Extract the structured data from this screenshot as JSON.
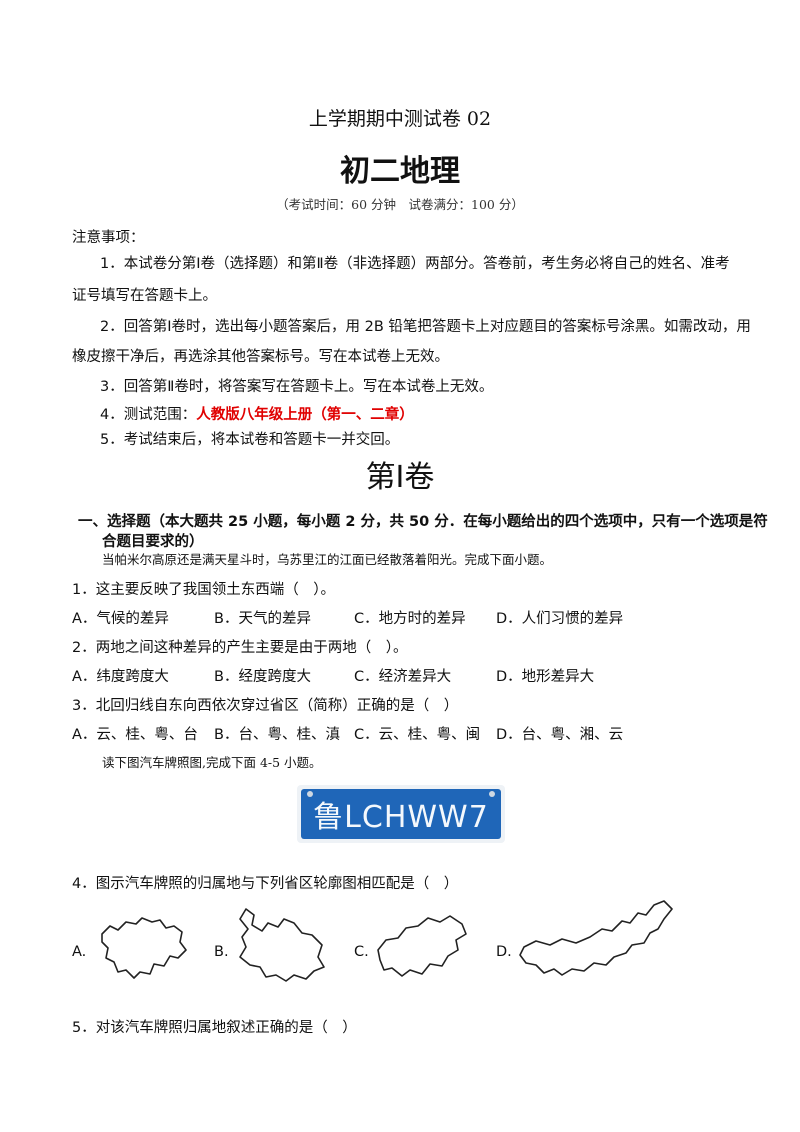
{
  "header": {
    "subtitle": "上学期期中测试卷 02",
    "title": "初二地理",
    "exam_info": "（考试时间：60 分钟　试卷满分：100 分）"
  },
  "notes": {
    "heading": "注意事项：",
    "item1_line1": "1．本试卷分第Ⅰ卷（选择题）和第Ⅱ卷（非选择题）两部分。答卷前，考生务必将自己的姓名、准考",
    "item1_line2": "证号填写在答题卡上。",
    "item2_line1": "2．回答第Ⅰ卷时，选出每小题答案后，用 2B 铅笔把答题卡上对应题目的答案标号涂黑。如需改动，用",
    "item2_line2": "橡皮擦干净后，再选涂其他答案标号。写在本试卷上无效。",
    "item3": "3．回答第Ⅱ卷时，将答案写在答题卡上。写在本试卷上无效。",
    "item4_prefix": "4．测试范围：",
    "item4_scope": "人教版八年级上册（第一、二章）",
    "item5": "5．考试结束后，将本试卷和答题卡一并交回。"
  },
  "volume_title": "第Ⅰ卷",
  "section": {
    "heading_line1": "一、选择题（本大题共 25 小题，每小题 2 分，共 50 分．在每小题给出的四个选项中，只有一个选项是符",
    "heading_line2": "合题目要求的）",
    "intro": "当帕米尔高原还是满天星斗时，乌苏里江的江面已经散落着阳光。完成下面小题。"
  },
  "questions": [
    {
      "stem": "1．这主要反映了我国领土东西端（　）。",
      "options": [
        "A．气候的差异",
        "B．天气的差异",
        "C．地方时的差异",
        "D．人们习惯的差异"
      ]
    },
    {
      "stem": "2．两地之间这种差异的产生主要是由于两地（　）。",
      "options": [
        "A．纬度跨度大",
        "B．经度跨度大",
        "C．经济差异大",
        "D．地形差异大"
      ]
    },
    {
      "stem": "3．北回归线自东向西依次穿过省区（简称）正确的是（　）",
      "options": [
        "A．云、桂、粤、台",
        "B．台、粤、桂、滇",
        "C．云、桂、粤、闽",
        "D．台、粤、湘、云"
      ]
    }
  ],
  "plate_intro": "读下图汽车牌照图,完成下面 4-5 小题。",
  "plate_text": "鲁LCHWW7",
  "q4": {
    "stem": "4．图示汽车牌照的归属地与下列省区轮廓图相匹配是（　）",
    "options": [
      "A.",
      "B.",
      "C.",
      "D."
    ],
    "option_icons": [
      "province-outline-icon",
      "province-outline-icon",
      "province-outline-icon",
      "province-outline-icon"
    ]
  },
  "q5": {
    "stem": "5．对该汽车牌照归属地叙述正确的是（　）"
  },
  "colors": {
    "scope_red": "#e00000",
    "plate_blue": "#1f66b8"
  }
}
